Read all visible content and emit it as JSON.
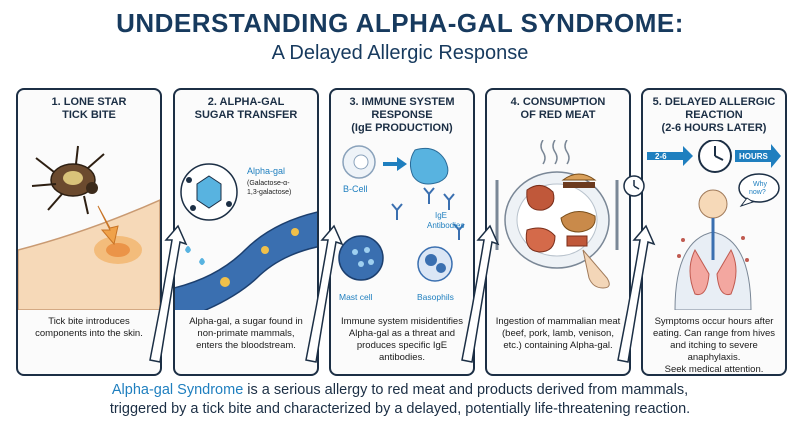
{
  "header": {
    "title": "UNDERSTANDING ALPHA-GAL SYNDROME:",
    "subtitle": "A Delayed Allergic Response"
  },
  "panels": [
    {
      "title_lines": [
        "1. LONE STAR",
        "TICK BITE"
      ],
      "description_lines": [
        "Tick bite introduces",
        "components into the skin."
      ]
    },
    {
      "title_lines": [
        "2. ALPHA-GAL",
        "SUGAR TRANSFER"
      ],
      "description_lines": [
        "Alpha-gal, a sugar found in",
        "non-primate mammals,",
        "enters the bloodstream."
      ],
      "labels": {
        "alpha_gal": "Alpha-gal",
        "chem_lines": [
          "(Galactose-α-",
          "1,3-galactose)"
        ]
      }
    },
    {
      "title_lines": [
        "3. IMMUNE SYSTEM",
        "RESPONSE",
        "(IgE PRODUCTION)"
      ],
      "description_lines": [
        "Immune system misidentifies",
        "Alpha-gal as a threat and",
        "produces specific IgE",
        "antibodies."
      ],
      "labels": {
        "b_cell": "B-Cell",
        "ige_lines": [
          "IgE",
          "Antibodies"
        ],
        "mast_cell": "Mast cell",
        "basophils": "Basophils"
      }
    },
    {
      "title_lines": [
        "4. CONSUMPTION",
        "OF RED MEAT"
      ],
      "description_lines": [
        "Ingestion of mammalian meat",
        "(beef, pork, lamb, venison,",
        "etc.) containing Alpha-gal."
      ]
    },
    {
      "title_lines": [
        "5. DELAYED ALLERGIC",
        "REACTION",
        "(2-6 HOURS LATER)"
      ],
      "description_lines": [
        "Symptoms occur hours after",
        "eating. Can range from hives",
        "and itching to severe anaphylaxis.",
        "Seek medical attention."
      ],
      "labels": {
        "range": "2-6",
        "hours": "HOURS",
        "bubble_lines": [
          "Why",
          "now?"
        ]
      }
    }
  ],
  "footer": {
    "highlight": "Alpha-gal Syndrome",
    "line1_rest": " is a serious allergy to red meat and products derived from mammals,",
    "line2": "triggered by a tick bite and characterized by a delayed, potentially life-threatening reaction."
  },
  "colors": {
    "navy": "#173a5e",
    "accent_blue": "#1f7fbf",
    "skin": "#f6d9b8",
    "blood_vessel": "#3a6fb0",
    "arrow_orange": "#f0a24a"
  }
}
